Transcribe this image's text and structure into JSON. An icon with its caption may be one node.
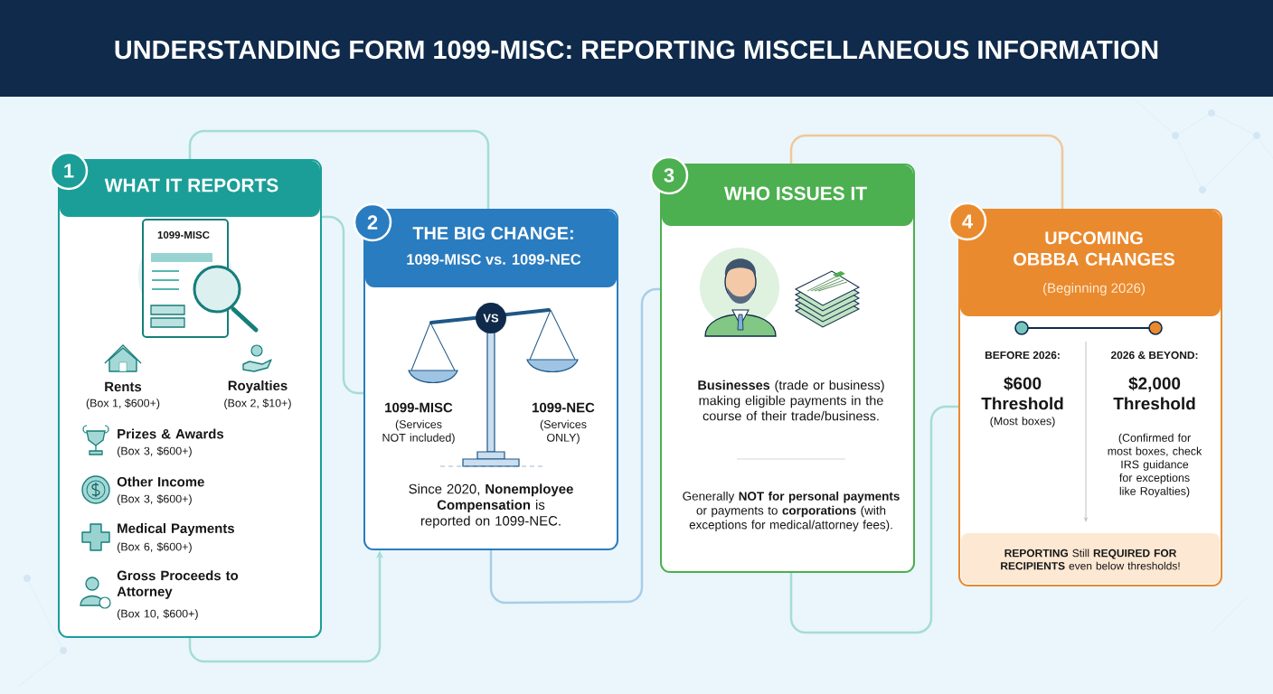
{
  "diagram": {
    "title": "UNDERSTANDING FORM 1099-MISC: REPORTING MISCELLANEOUS INFORMATION",
    "nodes": [
      {
        "text": [
          "1",
          "WHAT IT REPORTS",
          "1099-MISC",
          "Rents",
          "(Box 1, $600+)",
          "Royalties",
          "(Box 2, $10+)",
          "Prizes & Awards",
          "(Box 3, $600+)",
          "Other Income",
          "(Box 3, $600+)",
          "Medical Payments",
          "(Box 6, $600+)",
          "Gross Proceeds to Attorney",
          "(Box 10, $600+)"
        ]
      },
      {
        "text": [
          "2",
          "THE BIG CHANGE:",
          "1099-MISC vs. 1099-NEC",
          "VS",
          "1099-MISC",
          "(Services NOT included)",
          "1099-NEC",
          "(Services ONLY)",
          "Since 2020, **Nonemployee Compensation** is reported on 1099-NEC."
        ]
      },
      {
        "text": [
          "3",
          "WHO ISSUES IT",
          "**Businesses** (trade or business) making eligible payments in the course of their trade/business.",
          "Generally **NOT for personal payments** or payments to **corporations** (with exceptions for medical/attorney fees)."
        ]
      },
      {
        "text": [
          "4",
          "UPCOMING OBBBA CHANGES",
          "(Beginning 2026)",
          "BEFORE 2026:",
          "$600 Threshold",
          "(Most boxes)",
          "2026 & BEYOND:",
          "$2,000 Threshold",
          "(Confirmed for most boxes, check IRS guidance for exceptions like Royalties)",
          "**REPORTING** Still **REQUIRED FOR RECIPIENTS** even below thresholds!"
        ]
      }
    ],
    "edges": [
      {
        "from": 0,
        "to": 1,
        "arrow": "none"
      },
      {
        "from": 0,
        "to": 1,
        "arrow": "to"
      },
      {
        "from": 0,
        "to": 1,
        "arrow": "none"
      },
      {
        "from": 1,
        "to": 2,
        "arrow": "none",
        "color": "#a9cde8"
      },
      {
        "from": 2,
        "to": 3,
        "arrow": "none",
        "color": "#efc79b"
      },
      {
        "from": 2,
        "to": 3,
        "arrow": "none"
      }
    ]
  }
}
